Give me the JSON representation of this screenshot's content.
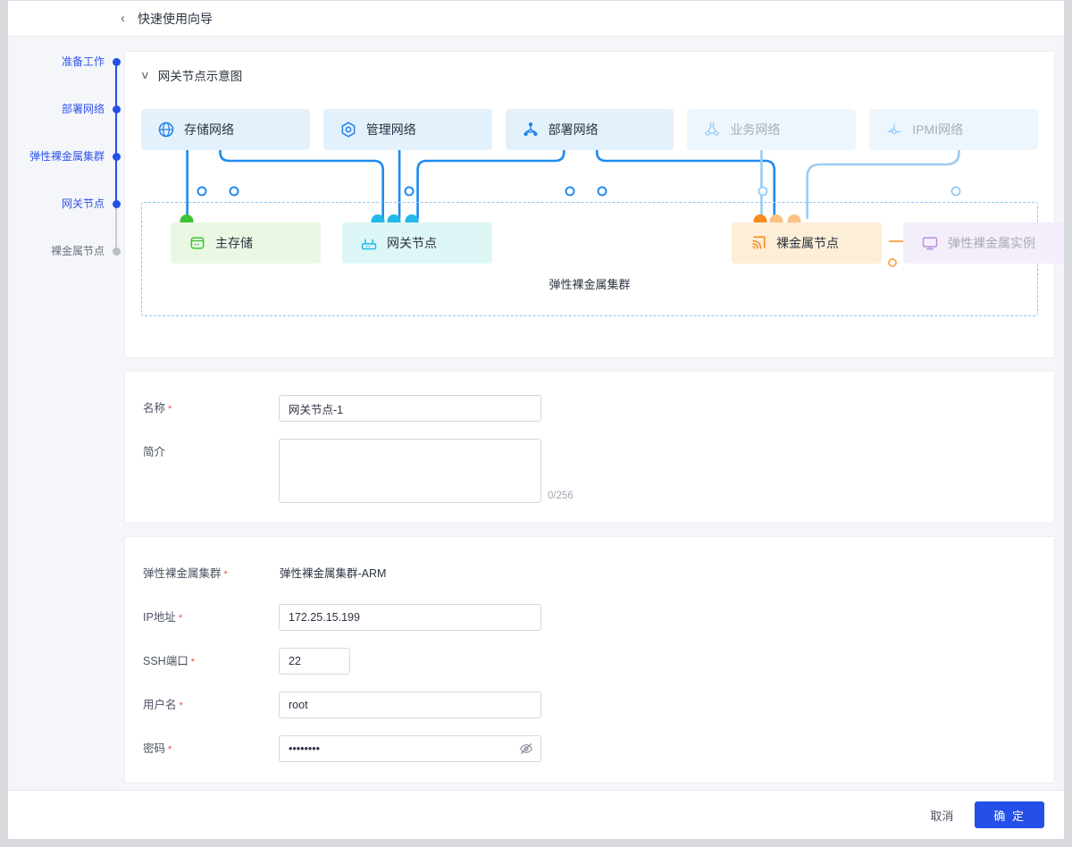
{
  "header": {
    "back_icon": "chevron-left-icon",
    "title": "快速使用向导"
  },
  "stepper": {
    "items": [
      {
        "label": "准备工作",
        "state": "done"
      },
      {
        "label": "部署网络",
        "state": "done"
      },
      {
        "label": "弹性裸金属集群",
        "state": "done"
      },
      {
        "label": "网关节点",
        "state": "active"
      },
      {
        "label": "裸金属节点",
        "state": "pending"
      }
    ]
  },
  "diagram": {
    "section_title": "网关节点示意图",
    "caret_icon": "chevron-down-icon",
    "networks": [
      {
        "label": "存储网络",
        "icon": "globe-icon",
        "dim": false
      },
      {
        "label": "管理网络",
        "icon": "hexagon-target-icon",
        "dim": false
      },
      {
        "label": "部署网络",
        "icon": "share-nodes-icon",
        "dim": false
      },
      {
        "label": "业务网络",
        "icon": "triangle-nodes-icon",
        "dim": true
      },
      {
        "label": "IPMI网络",
        "icon": "ipmi-icon",
        "dim": true
      }
    ],
    "cluster_label": "弹性裸金属集群",
    "inner_nodes": [
      {
        "label": "主存储",
        "icon": "database-icon"
      },
      {
        "label": "网关节点",
        "icon": "router-icon"
      },
      {
        "label": "裸金属节点",
        "icon": "signal-icon"
      },
      {
        "label": "弹性裸金属实例",
        "icon": "monitor-icon"
      }
    ]
  },
  "form_basic": {
    "fields": [
      {
        "label": "名称",
        "required": true,
        "value": "网关节点-1",
        "placeholder": ""
      },
      {
        "label": "简介",
        "required": false,
        "value": "",
        "placeholder": "",
        "counter": "0/256"
      }
    ]
  },
  "form_conn": {
    "cluster": {
      "label": "弹性裸金属集群",
      "required": true,
      "value": "弹性裸金属集群-ARM"
    },
    "ip": {
      "label": "IP地址",
      "required": true,
      "value": "172.25.15.199"
    },
    "port": {
      "label": "SSH端口",
      "required": true,
      "value": "22"
    },
    "user": {
      "label": "用户名",
      "required": true,
      "value": "root"
    },
    "password": {
      "label": "密码",
      "required": true,
      "value": "••••••••",
      "toggle_icon": "eye-slash-icon"
    }
  },
  "footer": {
    "cancel_label": "取消",
    "confirm_label": "确 定"
  },
  "colors": {
    "primary": "#2450e8",
    "link_blue": "#1f8cf0",
    "link_blue_pale": "#9ccdf4",
    "orange": "#f58b1f",
    "green": "#3dc236",
    "cyan": "#22b9e8",
    "required_red": "#e8503a"
  }
}
